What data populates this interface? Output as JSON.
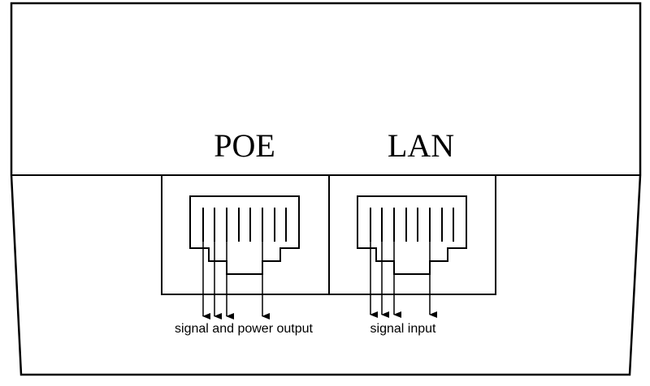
{
  "ports": [
    {
      "id": "poe",
      "label": "POE",
      "caption": "signal and power output"
    },
    {
      "id": "lan",
      "label": "LAN",
      "caption": "signal input"
    }
  ],
  "colors": {
    "stroke": "#000000",
    "background": "#ffffff"
  }
}
